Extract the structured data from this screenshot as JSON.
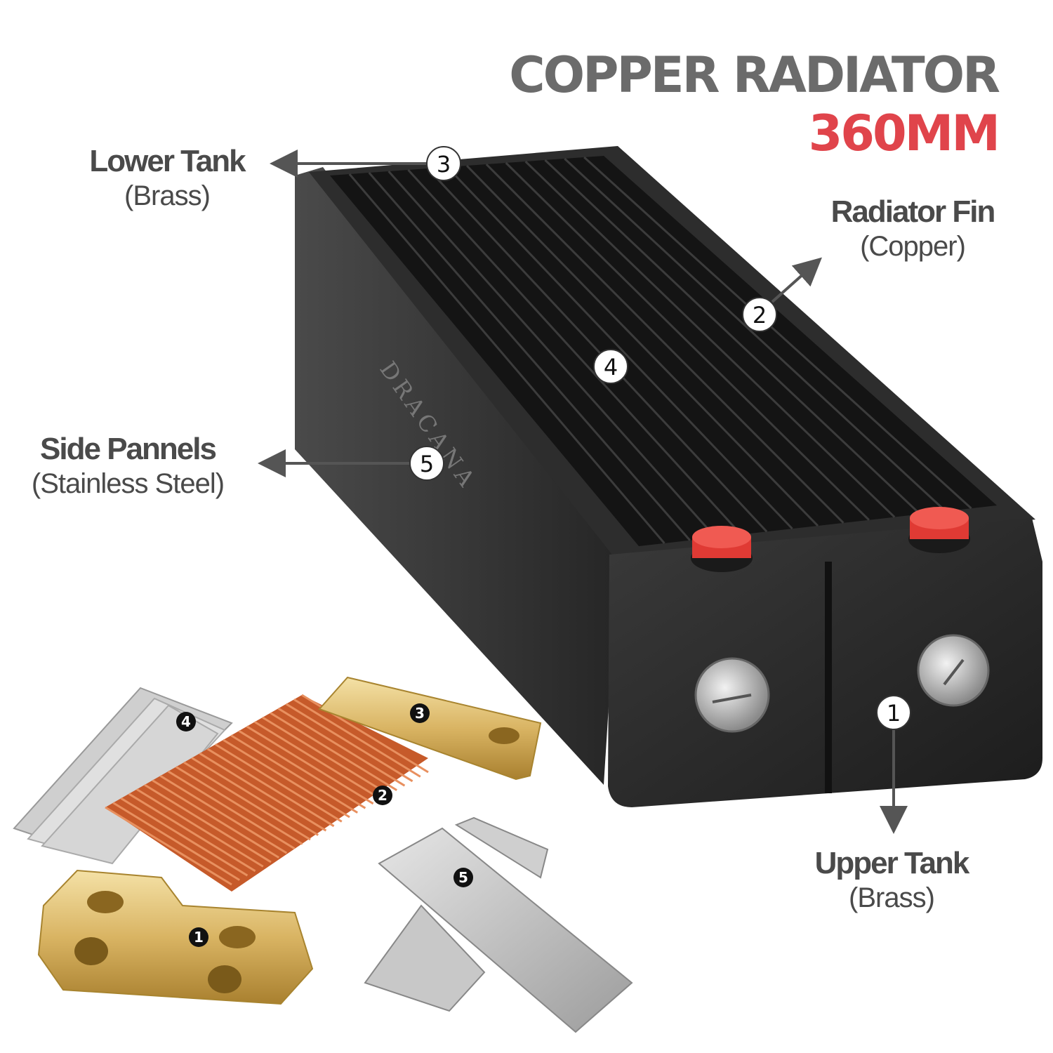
{
  "title": {
    "line1": "COPPER RADIATOR",
    "line2": "360MM"
  },
  "brand_watermark": "DRACANA",
  "labels": [
    {
      "id": "lower-tank",
      "name": "Lower Tank",
      "material": "(Brass)",
      "number": "3"
    },
    {
      "id": "radiator-fin",
      "name": "Radiator Fin",
      "material": "(Copper)",
      "number": "2"
    },
    {
      "id": "side-panels",
      "name": "Side Pannels",
      "material": "(Stainless Steel)",
      "number": "5"
    },
    {
      "id": "upper-tank",
      "name": "Upper Tank",
      "material": "(Brass)",
      "number": "1"
    }
  ],
  "core_marker": "4",
  "parts": {
    "upper_tank": "1",
    "fins": "2",
    "lower_tank": "3",
    "tubes": "4",
    "side_panel": "5"
  },
  "colors": {
    "title_gray": "#6b6b6b",
    "title_red": "#e0444b",
    "brass": "#d8b460",
    "copper": "#d2693a",
    "steel": "#b9b9b9",
    "body": "#2e2e2e",
    "cap": "#e03a34"
  }
}
